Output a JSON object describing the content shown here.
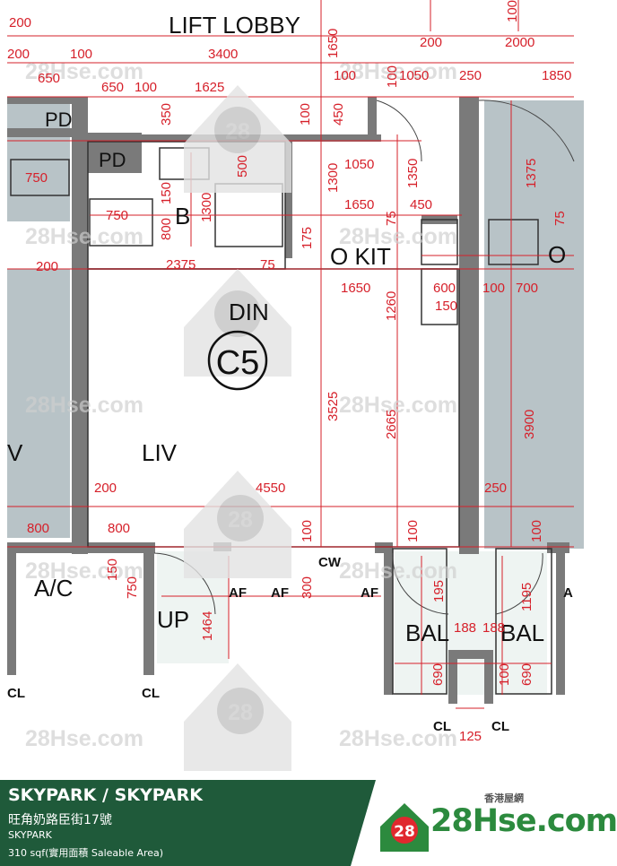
{
  "plan": {
    "unit_code": "C5",
    "rooms": {
      "lift_lobby": "LIFT LOBBY",
      "pd": "PD",
      "bath": "B",
      "open_kitchen": "O KIT",
      "open_kitchen_next": "O",
      "dining": "DIN",
      "living": "LIV",
      "living_next": "V",
      "aircon": "A/C",
      "up": "UP",
      "balcony": "BAL",
      "cw": "CW",
      "af": "AF",
      "af_partial": "A",
      "cl": "CL"
    },
    "dims": {
      "d200": "200",
      "d3400": "3400",
      "d1650": "1650",
      "d100": "100",
      "d2000": "2000",
      "d650": "650",
      "d1625": "1625",
      "d1050": "1050",
      "d250": "250",
      "d1850": "1850",
      "d350": "350",
      "d450": "450",
      "d500": "500",
      "d1300": "1300",
      "d1350": "1350",
      "d1375": "1375",
      "d750": "750",
      "d150": "150",
      "d800": "800",
      "d75": "75",
      "d2375": "2375",
      "d175": "175",
      "d600": "600",
      "d700": "700",
      "d1260": "1260",
      "d3525": "3525",
      "d2665": "2665",
      "d3900": "3900",
      "d4550": "4550",
      "d1464": "1464",
      "d300": "300",
      "d195": "195",
      "d1195": "1195",
      "d188": "188",
      "d690": "690",
      "d125": "125"
    },
    "watermark": "28Hse.com",
    "badge": "28"
  },
  "footer": {
    "title": "SKYPARK / SKYPARK",
    "address": "旺角奶路臣街17號",
    "estate": "SKYPARK",
    "area": "310 sqf(實用面積 Saleable Area)",
    "brand_cn": "香港屋網",
    "brand": "28Hse.com",
    "brand_badge": "28"
  },
  "colors": {
    "wall": "#7a7a7a",
    "dimension": "#d6202a",
    "neighbor_fill": "#b8c3c7",
    "footer_band": "#1f5a3a",
    "brand_green": "#2c8a3e"
  }
}
